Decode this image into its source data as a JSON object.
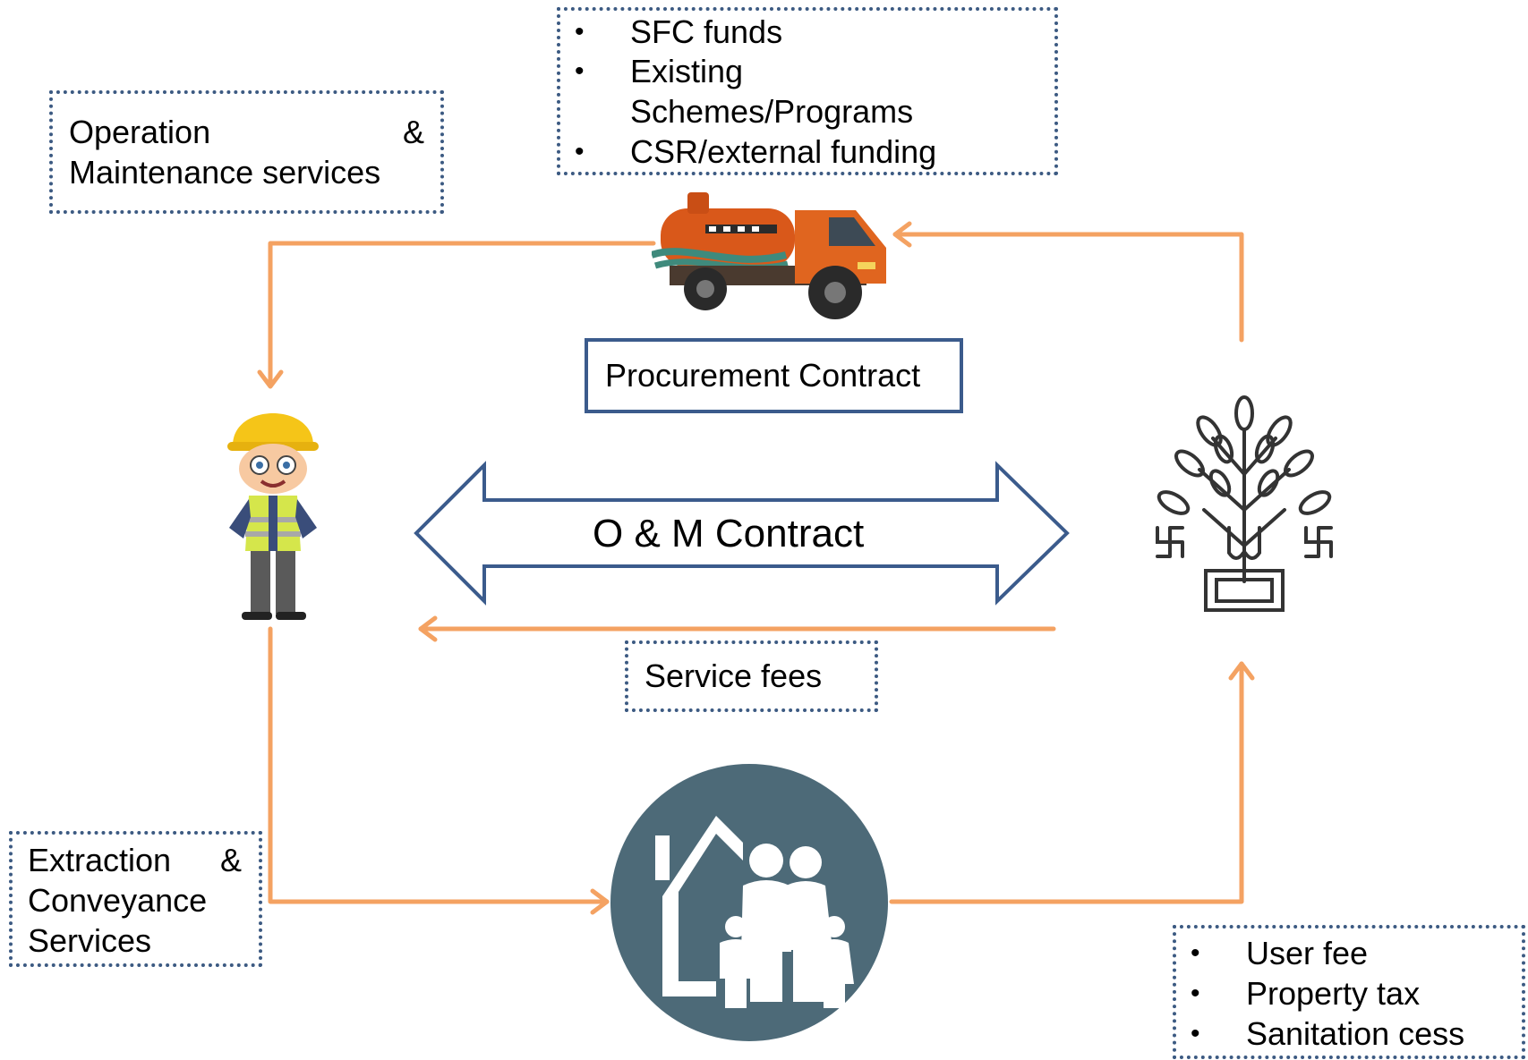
{
  "funding_sources": {
    "items": [
      "SFC funds",
      "Existing",
      "Schemes/Programs",
      "CSR/external funding"
    ],
    "bullet": "•"
  },
  "om_services": {
    "line1_left": "Operation",
    "line1_right": "&",
    "line2": "Maintenance services"
  },
  "procurement_contract": {
    "label": "Procurement Contract"
  },
  "om_contract": {
    "label": "O & M Contract"
  },
  "service_fees": {
    "label": "Service fees"
  },
  "extraction_services": {
    "line1_left": "Extraction",
    "line1_right": "&",
    "line2": "Conveyance",
    "line3": "Services"
  },
  "revenue_sources": {
    "items": [
      "User fee",
      "Property tax",
      "Sanitation cess"
    ],
    "bullet": "•"
  },
  "colors": {
    "flow_arrow": "#f4a262",
    "contract_arrow": "#3b5b8c",
    "box_border": "#3c5a82",
    "household_circle": "#4d6a78",
    "truck": "#e0651f"
  },
  "icons": {
    "truck": "desludging-truck-icon",
    "worker": "contractor-worker-icon",
    "emblem": "government-emblem-icon",
    "household": "household-family-icon"
  }
}
